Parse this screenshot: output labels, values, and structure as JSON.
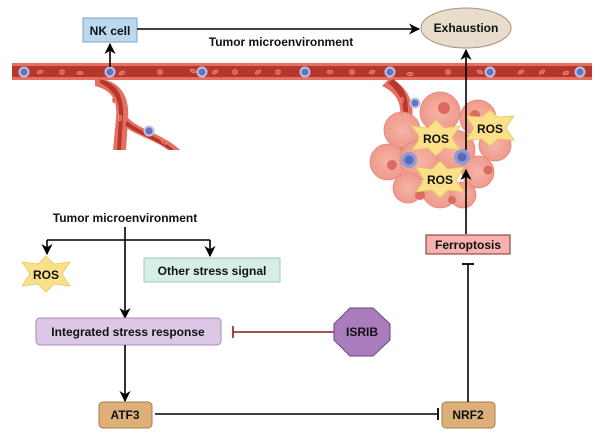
{
  "title": "Tumor microenvironment, integrated stress response and NK cell exhaustion",
  "nodes": {
    "nk_cell": "NK cell",
    "exhaustion": "Exhaustion",
    "tme_top": "Tumor microenvironment",
    "tme_bottom": "Tumor microenvironment",
    "ros_left": "ROS",
    "other_stress": "Other stress signal",
    "isr": "Integrated stress response",
    "isrib": "ISRIB",
    "atf3": "ATF3",
    "nrf2": "NRF2",
    "ferroptosis": "Ferroptosis",
    "ros_tumor_1": "ROS",
    "ros_tumor_2": "ROS",
    "ros_tumor_3": "ROS"
  },
  "edges": [
    {
      "from": "NK cell",
      "to": "Exhaustion",
      "type": "activation",
      "label": "Tumor microenvironment"
    },
    {
      "from": "Tumor microenvironment",
      "to": "ROS",
      "type": "activation"
    },
    {
      "from": "Tumor microenvironment",
      "to": "Other stress signal",
      "type": "activation"
    },
    {
      "from": "Tumor microenvironment",
      "to": "Integrated stress response",
      "type": "activation"
    },
    {
      "from": "ISRIB",
      "to": "Integrated stress response",
      "type": "inhibition"
    },
    {
      "from": "Integrated stress response",
      "to": "ATF3",
      "type": "activation"
    },
    {
      "from": "ATF3",
      "to": "NRF2",
      "type": "inhibition"
    },
    {
      "from": "NRF2",
      "to": "Ferroptosis",
      "type": "inhibition"
    },
    {
      "from": "Ferroptosis",
      "to": "Exhaustion",
      "type": "activation"
    }
  ],
  "colors": {
    "nk_fill": "#bcd8ee",
    "exhaustion_fill": "#e8dccd",
    "other_stress_fill": "#d7eee6",
    "isr_fill": "#dcc7e6",
    "isrib_fill": "#a97cbc",
    "gene_fill": "#ddb07a",
    "ferroptosis_fill": "#f4b3b0",
    "ros_fill": "#fbe08a",
    "vessel_outer": "#e5705f",
    "vessel_inner": "#b5382f",
    "inhibit_red": "#8b1a1a"
  }
}
